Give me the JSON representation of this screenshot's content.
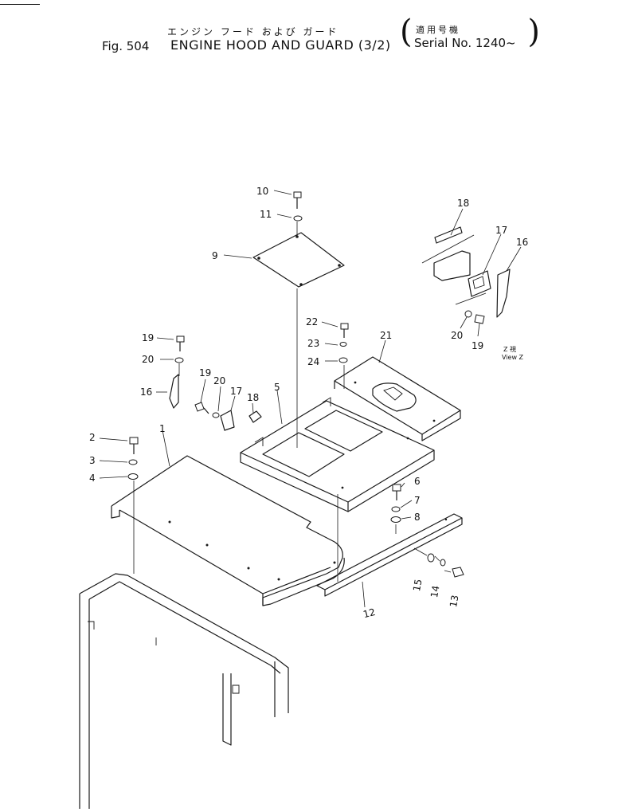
{
  "header": {
    "jp_title": "エンジン フード および ガード",
    "fig_number": "Fig. 504",
    "title": "ENGINE HOOD AND GUARD (3/2)",
    "applicable_jp": "適用号機",
    "serial": "Serial No. 1240~"
  },
  "view_note": {
    "jp": "Z 視",
    "en": "View Z"
  },
  "callouts": [
    {
      "id": "c10",
      "text": "10"
    },
    {
      "id": "c11",
      "text": "11"
    },
    {
      "id": "c9",
      "text": "9"
    },
    {
      "id": "c18a",
      "text": "18"
    },
    {
      "id": "c17a",
      "text": "17"
    },
    {
      "id": "c16a",
      "text": "16"
    },
    {
      "id": "c22",
      "text": "22"
    },
    {
      "id": "c23",
      "text": "23"
    },
    {
      "id": "c24",
      "text": "24"
    },
    {
      "id": "c21",
      "text": "21"
    },
    {
      "id": "c20a",
      "text": "20"
    },
    {
      "id": "c19a",
      "text": "19"
    },
    {
      "id": "c19b",
      "text": "19"
    },
    {
      "id": "c20b",
      "text": "20"
    },
    {
      "id": "c16b",
      "text": "16"
    },
    {
      "id": "c19c",
      "text": "19"
    },
    {
      "id": "c20c",
      "text": "20"
    },
    {
      "id": "c17b",
      "text": "17"
    },
    {
      "id": "c18b",
      "text": "18"
    },
    {
      "id": "c5",
      "text": "5"
    },
    {
      "id": "c1",
      "text": "1"
    },
    {
      "id": "c2",
      "text": "2"
    },
    {
      "id": "c3",
      "text": "3"
    },
    {
      "id": "c4",
      "text": "4"
    },
    {
      "id": "c6",
      "text": "6"
    },
    {
      "id": "c7",
      "text": "7"
    },
    {
      "id": "c8",
      "text": "8"
    },
    {
      "id": "c15",
      "text": "15"
    },
    {
      "id": "c14",
      "text": "14"
    },
    {
      "id": "c13",
      "text": "13"
    },
    {
      "id": "c12",
      "text": "12"
    }
  ]
}
